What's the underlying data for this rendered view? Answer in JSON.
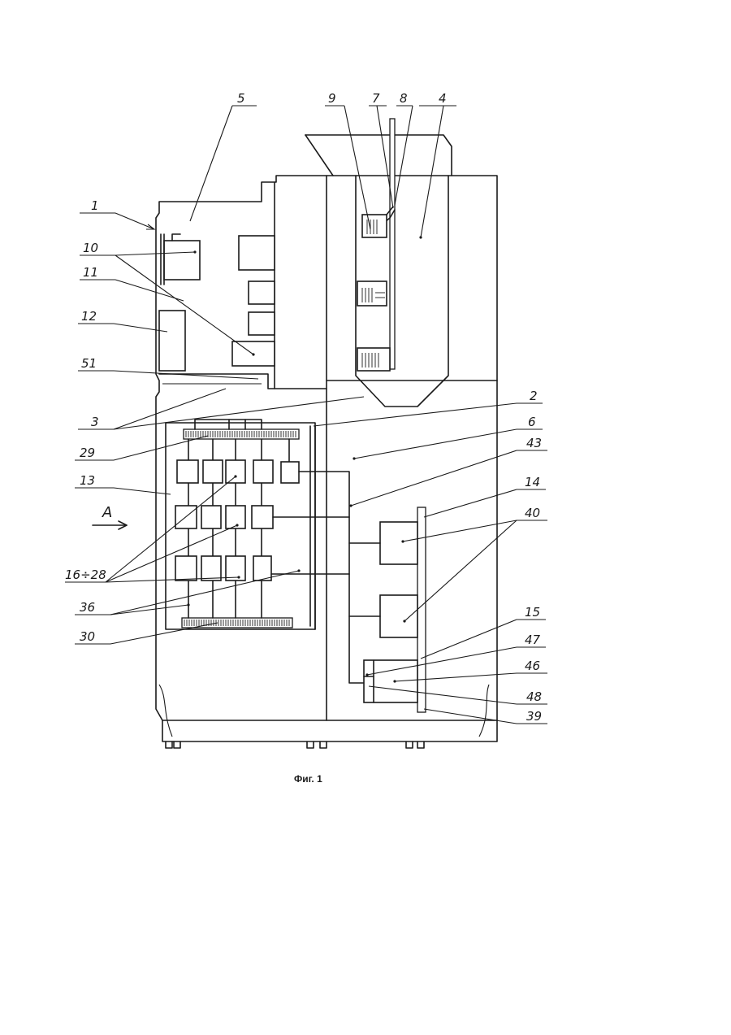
{
  "figure": {
    "caption": "Фиг. 1",
    "view_marker": "A",
    "references": {
      "r1": "1",
      "r5": "5",
      "r9": "9",
      "r7": "7",
      "r8": "8",
      "r4": "4",
      "r10": "10",
      "r11": "11",
      "r12": "12",
      "r51": "51",
      "r3": "3",
      "r2": "2",
      "r6": "6",
      "r29": "29",
      "r43": "43",
      "r13": "13",
      "r14": "14",
      "r40": "40",
      "r16_28": "16÷28",
      "r36": "36",
      "r30": "30",
      "r15": "15",
      "r47": "47",
      "r46": "46",
      "r48": "48",
      "r39": "39"
    }
  }
}
